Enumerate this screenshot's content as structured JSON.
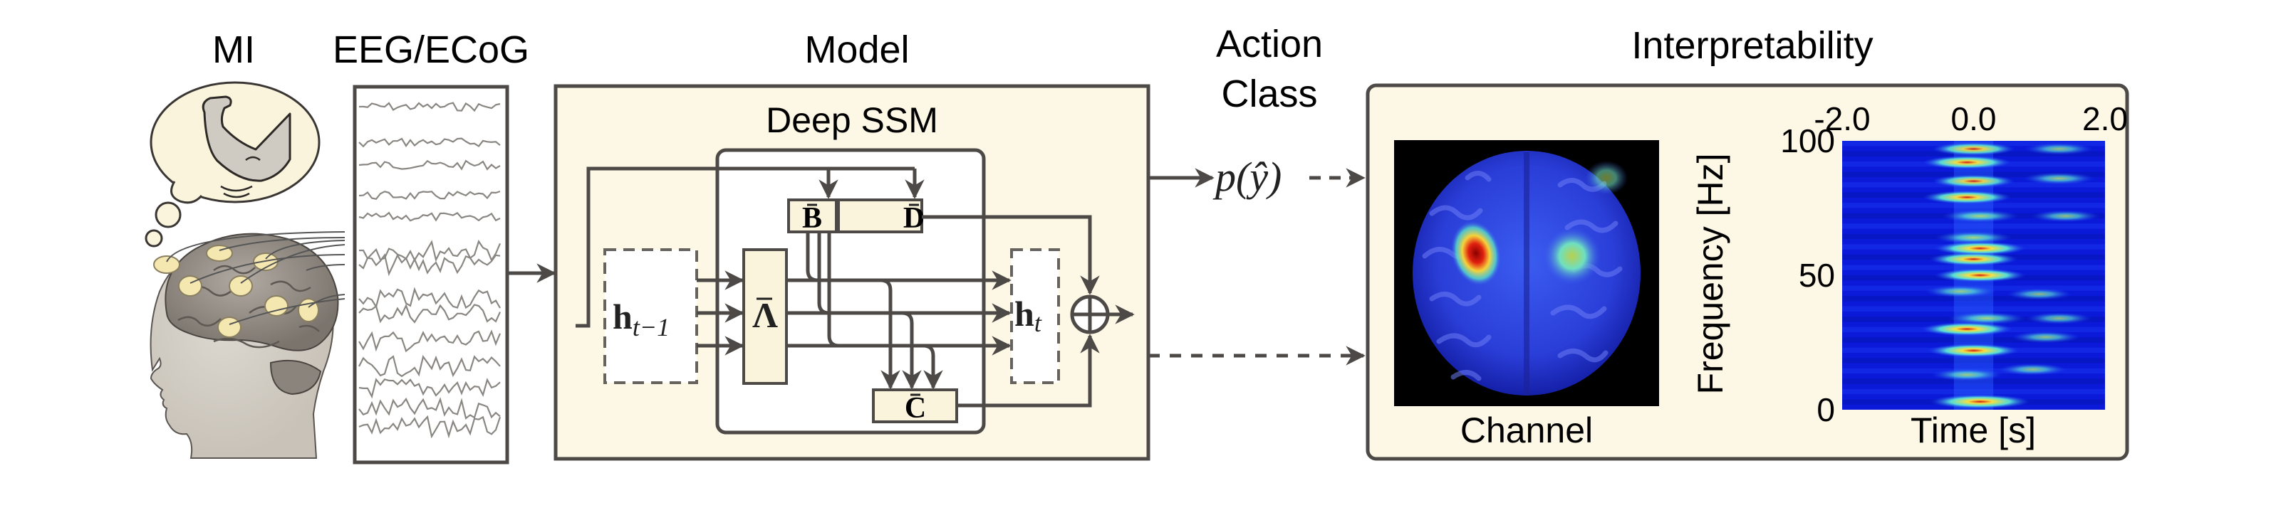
{
  "figure": {
    "stages": {
      "mi": "MI",
      "eeg": "EEG/ECoG",
      "model": "Model",
      "action_line1": "Action",
      "action_line2": "Class",
      "interpretability": "Interpretability"
    },
    "model": {
      "title": "Deep SSM",
      "h_prev": "h",
      "h_prev_sub": "t−1",
      "h_curr": "h",
      "h_curr_sub": "t",
      "lambda": "Λ",
      "b": "B",
      "c": "C",
      "d": "D",
      "sum_symbol": "⊕"
    },
    "action": {
      "output_label": "p(ŷ)"
    },
    "interpretability": {
      "channel_label": "Channel",
      "x_axis_label": "Time [s]",
      "y_axis_label": "Frequency [Hz]"
    },
    "colors": {
      "panel_fill": "#fdf7e6",
      "stroke": "#4d4946",
      "box_fill": "#fbf4dc",
      "spectro_bg": "#0a1ad8",
      "brain_bg": "#000000"
    }
  },
  "chart_data": {
    "type": "heatmap",
    "title": "",
    "xlabel": "Time [s]",
    "ylabel": "Frequency [Hz]",
    "x_ticks": [
      "-2.0",
      "0.0",
      "2.0"
    ],
    "y_ticks": [
      "0",
      "50",
      "100"
    ],
    "xlim": [
      -2.0,
      2.0
    ],
    "ylim": [
      0,
      100
    ],
    "colormap": "jet",
    "note": "High-power bands concentrated around t ≈ 0.0 s across frequencies; weaker activity near t ≈ 1.2 s",
    "hotspots": [
      {
        "t": 0.0,
        "f": 97,
        "intensity": 0.7
      },
      {
        "t": -0.1,
        "f": 92,
        "intensity": 0.8
      },
      {
        "t": 0.0,
        "f": 85,
        "intensity": 0.7
      },
      {
        "t": -0.1,
        "f": 79,
        "intensity": 0.8
      },
      {
        "t": 0.1,
        "f": 72,
        "intensity": 0.6
      },
      {
        "t": 0.0,
        "f": 64,
        "intensity": 0.6
      },
      {
        "t": 0.1,
        "f": 60,
        "intensity": 0.85
      },
      {
        "t": 0.0,
        "f": 56,
        "intensity": 0.8
      },
      {
        "t": 0.1,
        "f": 50,
        "intensity": 0.85
      },
      {
        "t": -0.2,
        "f": 44,
        "intensity": 0.5
      },
      {
        "t": 0.2,
        "f": 34,
        "intensity": 0.6
      },
      {
        "t": -0.1,
        "f": 30,
        "intensity": 0.85
      },
      {
        "t": 0.0,
        "f": 22,
        "intensity": 0.85
      },
      {
        "t": -0.1,
        "f": 13,
        "intensity": 0.5
      },
      {
        "t": 0.1,
        "f": 3,
        "intensity": 1.0
      },
      {
        "t": 1.3,
        "f": 97,
        "intensity": 0.45
      },
      {
        "t": 1.3,
        "f": 86,
        "intensity": 0.5
      },
      {
        "t": 1.4,
        "f": 72,
        "intensity": 0.45
      },
      {
        "t": 1.0,
        "f": 43,
        "intensity": 0.4
      },
      {
        "t": 1.3,
        "f": 34,
        "intensity": 0.4
      },
      {
        "t": 1.1,
        "f": 27,
        "intensity": 0.45
      },
      {
        "t": 0.9,
        "f": 15,
        "intensity": 0.45
      }
    ]
  }
}
